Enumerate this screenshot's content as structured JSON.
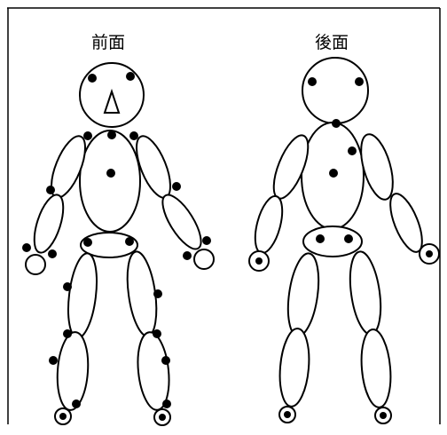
{
  "diagram": {
    "views": [
      {
        "id": "front",
        "label": "前面"
      },
      {
        "id": "back",
        "label": "後面"
      }
    ],
    "colors": {
      "stroke": "#000000",
      "fill": "#ffffff",
      "marker": "#000000"
    }
  }
}
